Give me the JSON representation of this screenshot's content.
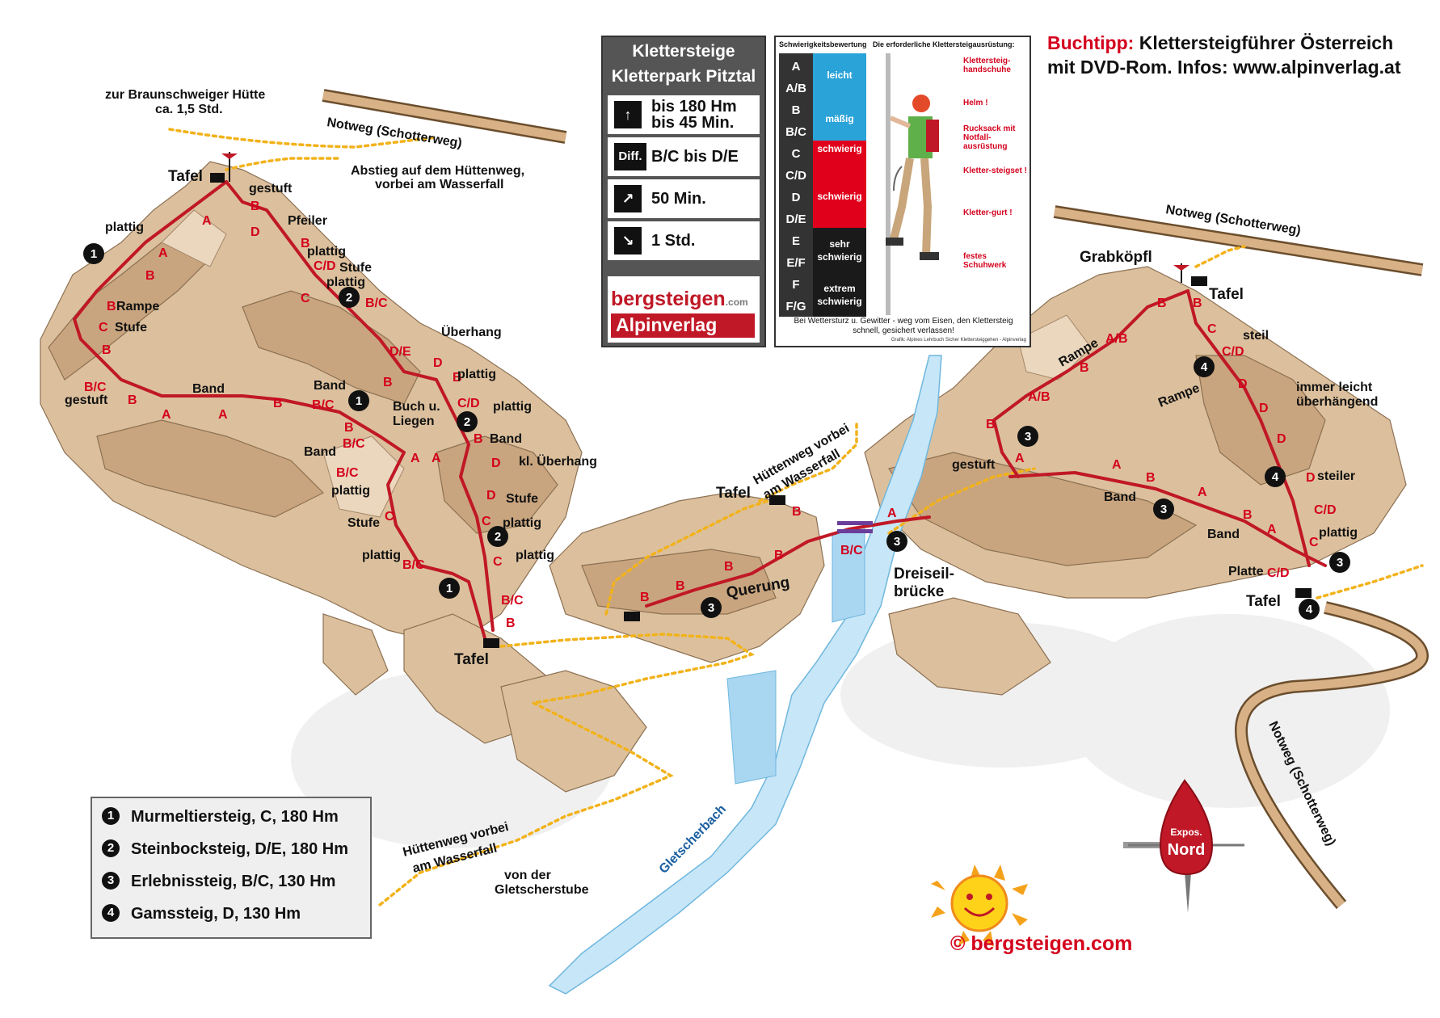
{
  "info_panel": {
    "title_line1": "Klettersteige",
    "title_line2": "Kletterpark Pitztal",
    "height_line1": "bis 180 Hm",
    "height_line2": "bis 45 Min.",
    "diff_icon": "Diff.",
    "difficulty": "B/C bis D/E",
    "approach_time": "50 Min.",
    "descent_time": "1 Std.",
    "brand_bergsteigen": "bergsteigen",
    "brand_bergsteigen_suffix": ".com",
    "brand_alpinverlag": "Alpinverlag",
    "icons": [
      "climber-icon",
      "difficulty-icon",
      "hiker-up-icon",
      "hiker-down-icon"
    ]
  },
  "difficulty_panel": {
    "heading_left": "Schwierigkeitsbewertung",
    "heading_right": "Die erforderliche Klettersteigausrüstung:",
    "scale": [
      "A",
      "A/B",
      "B",
      "B/C",
      "C",
      "C/D",
      "D",
      "D/E",
      "E",
      "E/F",
      "F",
      "F/G"
    ],
    "bands": [
      {
        "label": "leicht",
        "color": "#2aa3d8"
      },
      {
        "label": "mäßig",
        "color": "#2aa3d8"
      },
      {
        "label": "schwierig",
        "color": "#e0001b"
      },
      {
        "label": "schwierig",
        "color": "#e0001b"
      },
      {
        "label": "sehr schwierig",
        "color": "#1a1a1a"
      },
      {
        "label": "extrem schwierig",
        "color": "#1a1a1a"
      }
    ],
    "equipment": [
      "Klettersteig-handschuhe",
      "Helm !",
      "Rucksack mit Notfall-ausrüstung",
      "Kletter-steigset !",
      "Kletter-gurt !",
      "festes Schuhwerk"
    ],
    "footer": "Bei Wettersturz u. Gewitter - weg vom Eisen, den Klettersteig schnell, gesichert verlassen!",
    "credit": "Grafik: Alpines Lehrbuch Sicher Klettersteiggehen - Alpinverlag"
  },
  "book_tip": {
    "prefix": "Buchtipp:",
    "line1": "Klettersteigführer Österreich",
    "line2": "mit DVD-Rom. Infos: www.alpinverlag.at"
  },
  "legend": [
    {
      "num": "1",
      "text": "Murmeltiersteig, C, 180 Hm"
    },
    {
      "num": "2",
      "text": "Steinbocksteig, D/E, 180 Hm"
    },
    {
      "num": "3",
      "text": "Erlebnissteig, B/C, 130 Hm"
    },
    {
      "num": "4",
      "text": "Gamssteig, D, 130 Hm"
    }
  ],
  "copyright": "© bergsteigen.com",
  "compass": {
    "line1": "Expos.",
    "line2": "Nord"
  },
  "map_labels": {
    "braunschweiger": "zur Braunschweiger Hütte",
    "braunschweiger_time": "ca. 1,5 Std.",
    "notweg": "Notweg (Schotterweg)",
    "abstieg1": "Abstieg auf dem Hüttenweg,",
    "abstieg2": "vorbei am Wasserfall",
    "tafel": "Tafel",
    "gestuft": "gestuft",
    "pfeiler": "Pfeiler",
    "plattig": "plattig",
    "stufe": "Stufe",
    "rampe": "Rampe",
    "band": "Band",
    "ueberhang": "Überhang",
    "buch1": "Buch u.",
    "buch2": "Liegen",
    "kl_ueberhang": "kl. Überhang",
    "querung": "Querung",
    "dreiseil1": "Dreiseil-",
    "dreiseil2": "brücke",
    "huettenweg1": "Hüttenweg vorbei",
    "huettenweg2": "am Wasserfall",
    "gletscherstube1": "von der",
    "gletscherstube2": "Gletscherstube",
    "gletscherbach": "Gletscherbach",
    "grabkoepfl": "Grabköpfl",
    "steil": "steil",
    "steiler": "steiler",
    "immer1": "immer leicht",
    "immer2": "überhängend",
    "platte": "Platte",
    "gestuft_b": "gestuft"
  }
}
